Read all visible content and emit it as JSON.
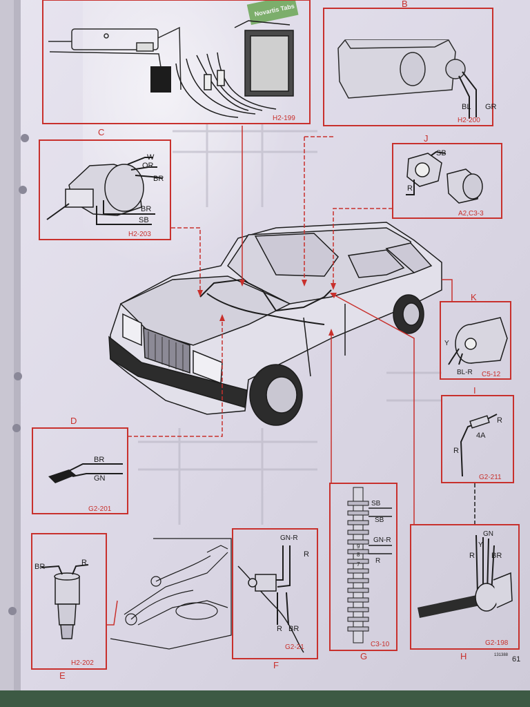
{
  "tab": {
    "text": "Novartis Tabs"
  },
  "page_number": "61",
  "figure_code": "131388",
  "panels": {
    "A": {
      "code": "H2-199"
    },
    "B": {
      "letter": "B",
      "code": "H2-200",
      "wires": [
        "BL",
        "GR"
      ]
    },
    "C": {
      "letter": "C",
      "code": "H2-203",
      "wires": [
        "W",
        "OR",
        "BR",
        "BR",
        "SB"
      ]
    },
    "J": {
      "letter": "J",
      "code": "A2,C3-3",
      "wires": [
        "SB",
        "R"
      ]
    },
    "K": {
      "letter": "K",
      "code": "C5-12",
      "wires": [
        "Y",
        "BL-R"
      ]
    },
    "I": {
      "letter": "I",
      "code": "G2-211",
      "wires": [
        "R",
        "4A",
        "R"
      ]
    },
    "D": {
      "letter": "D",
      "code": "G2-201",
      "wires": [
        "BR",
        "GN"
      ]
    },
    "E": {
      "letter": "E",
      "code": "H2-202",
      "wires": [
        "BR",
        "R"
      ]
    },
    "F": {
      "letter": "F",
      "code": "G2-21",
      "wires": [
        "GN-R",
        "R",
        "R",
        "BR"
      ]
    },
    "G": {
      "letter": "G",
      "code": "C3-10",
      "wires": [
        "SB",
        "SB",
        "GN-R",
        "R"
      ],
      "pins": [
        "9",
        "8",
        "7"
      ]
    },
    "H": {
      "letter": "H",
      "code": "G2-198",
      "wires": [
        "GN",
        "Y",
        "R",
        "BR"
      ]
    }
  }
}
